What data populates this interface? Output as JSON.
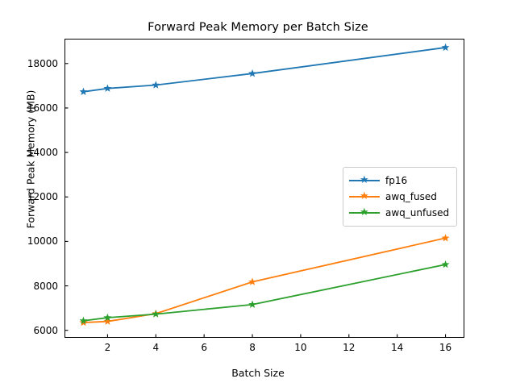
{
  "chart_data": {
    "type": "line",
    "title": "Forward Peak Memory per Batch Size",
    "xlabel": "Batch Size",
    "ylabel": "Forward Peak Memory (MB)",
    "x": [
      1,
      2,
      4,
      8,
      16
    ],
    "xlim": [
      0.25,
      16.75
    ],
    "ylim": [
      5700,
      19080
    ],
    "xticks": [
      2,
      4,
      6,
      8,
      10,
      12,
      14,
      16
    ],
    "yticks": [
      6000,
      8000,
      10000,
      12000,
      14000,
      16000,
      18000
    ],
    "grid": false,
    "legend_position": "center-right",
    "marker": "star",
    "series": [
      {
        "name": "fp16",
        "color": "#1f77b4",
        "values": [
          16730,
          16880,
          17030,
          17550,
          18720
        ]
      },
      {
        "name": "awq_fused",
        "color": "#ff7f0e",
        "values": [
          6350,
          6400,
          6750,
          8180,
          10150
        ]
      },
      {
        "name": "awq_unfused",
        "color": "#2ca02c",
        "values": [
          6430,
          6570,
          6730,
          7160,
          8960
        ]
      }
    ]
  }
}
